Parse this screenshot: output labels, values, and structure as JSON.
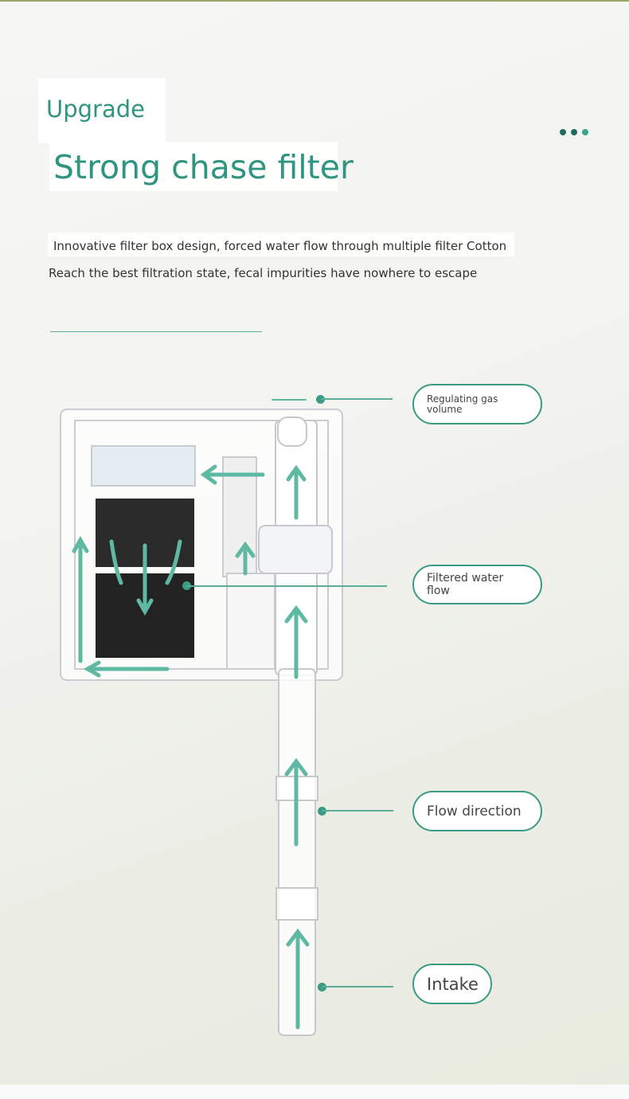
{
  "header": {
    "kicker": "Upgrade",
    "title": "Strong chase filter",
    "description_line1": "Innovative filter box design, forced water flow through multiple filter Cotton",
    "description_line2": "Reach the best filtration state, fecal impurities have nowhere to escape"
  },
  "callouts": [
    {
      "label": "Regulating gas volume"
    },
    {
      "label": "Filtered water flow"
    },
    {
      "label": "Flow direction"
    },
    {
      "label": "Intake"
    }
  ],
  "colors": {
    "accent": "#2f9580",
    "arrow": "#5fb9a2"
  }
}
